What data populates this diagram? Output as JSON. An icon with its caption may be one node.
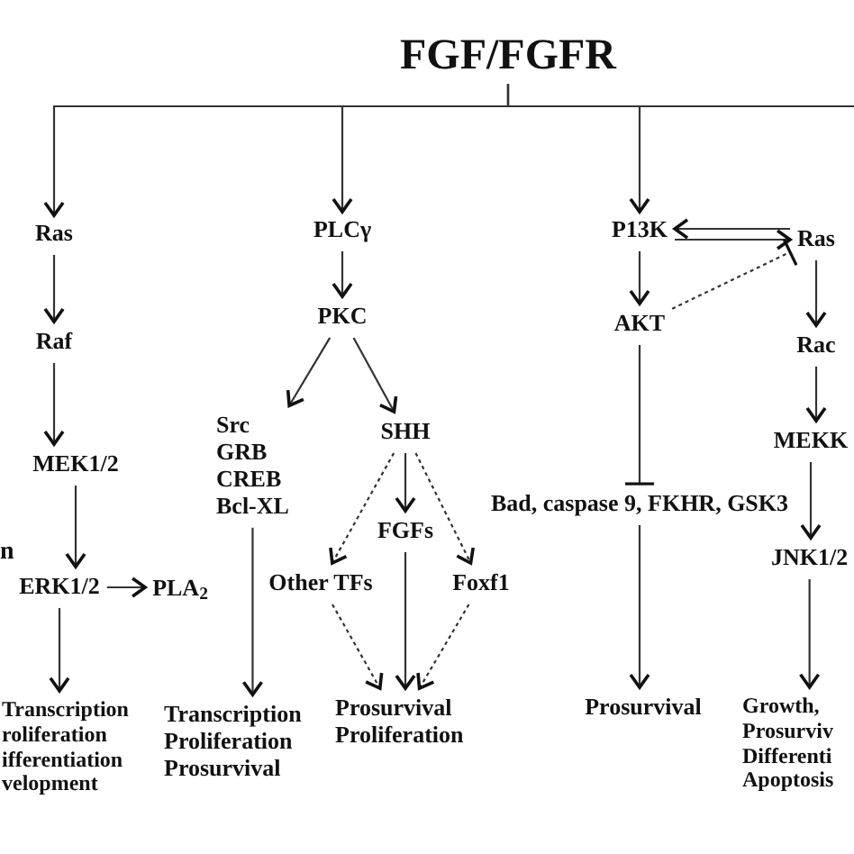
{
  "diagram": {
    "nodes": [
      {
        "text": [
          "FGF/FGFR"
        ]
      },
      {
        "text": [
          "Ras"
        ]
      },
      {
        "text": [
          "Raf"
        ]
      },
      {
        "text": [
          "MEK1/2"
        ]
      },
      {
        "text": [
          "ERK1/2"
        ]
      },
      {
        "text": [
          "PLA$_{2}$"
        ]
      },
      {
        "text": [
          "Transcription",
          "roliferation",
          "ifferentiation",
          "velopment"
        ]
      },
      {
        "text": [
          "PLCγ"
        ]
      },
      {
        "text": [
          "PKC"
        ]
      },
      {
        "text": [
          "Src",
          "GRB",
          "CREB",
          "Bcl-XL"
        ]
      },
      {
        "text": [
          "SHH"
        ]
      },
      {
        "text": [
          "Other TFs"
        ]
      },
      {
        "text": [
          "FGFs"
        ]
      },
      {
        "text": [
          "Foxf1"
        ]
      },
      {
        "text": [
          "Transcription",
          "Proliferation",
          "Prosurvival"
        ]
      },
      {
        "text": [
          "Prosurvival",
          "Proliferation"
        ]
      },
      {
        "text": [
          "P13K"
        ]
      },
      {
        "text": [
          "Ras"
        ]
      },
      {
        "text": [
          "AKT"
        ]
      },
      {
        "text": [
          "Bad, caspase 9, FKHR, GSK3"
        ]
      },
      {
        "text": [
          "Prosurvival"
        ]
      },
      {
        "text": [
          "Rac"
        ]
      },
      {
        "text": [
          "MEKK"
        ]
      },
      {
        "text": [
          "JNK1/2"
        ]
      },
      {
        "text": [
          "Growth,",
          "Prosurviv",
          "Differenti",
          "Apoptosis"
        ]
      }
    ],
    "edges": [
      {
        "from": 0,
        "to": 1,
        "arrow": "to"
      },
      {
        "from": 0,
        "to": 7,
        "arrow": "to"
      },
      {
        "from": 0,
        "to": 16,
        "arrow": "to"
      },
      {
        "from": 0,
        "to": null,
        "arrow": "none"
      },
      {
        "from": 1,
        "to": 2,
        "arrow": "to"
      },
      {
        "from": 2,
        "to": 3,
        "arrow": "to"
      },
      {
        "from": 3,
        "to": 4,
        "arrow": "to"
      },
      {
        "from": 4,
        "to": 5,
        "arrow": "to"
      },
      {
        "from": 4,
        "to": 6,
        "arrow": "to"
      },
      {
        "from": 7,
        "to": 8,
        "arrow": "to"
      },
      {
        "from": 8,
        "to": 9,
        "arrow": "to"
      },
      {
        "from": 8,
        "to": 10,
        "arrow": "to"
      },
      {
        "from": 9,
        "to": 14,
        "arrow": "to"
      },
      {
        "from": 10,
        "to": 11,
        "arrow": "to",
        "style": "dashed"
      },
      {
        "from": 10,
        "to": 12,
        "arrow": "to"
      },
      {
        "from": 10,
        "to": 13,
        "arrow": "to",
        "style": "dashed"
      },
      {
        "from": 11,
        "to": 15,
        "arrow": "to",
        "style": "dashed"
      },
      {
        "from": 12,
        "to": 15,
        "arrow": "to"
      },
      {
        "from": 13,
        "to": 15,
        "arrow": "to",
        "style": "dashed"
      },
      {
        "from": 16,
        "to": 18,
        "arrow": "to"
      },
      {
        "from": 17,
        "to": 16,
        "arrow": "to"
      },
      {
        "from": 16,
        "to": 17,
        "arrow": "to"
      },
      {
        "from": 18,
        "to": 17,
        "arrow": "other",
        "style": "dashed"
      },
      {
        "from": 18,
        "to": 19,
        "arrow": "other"
      },
      {
        "from": 19,
        "to": 20,
        "arrow": "to"
      },
      {
        "from": 17,
        "to": 21,
        "arrow": "to"
      },
      {
        "from": 21,
        "to": 22,
        "arrow": "to"
      },
      {
        "from": 22,
        "to": 23,
        "arrow": "to"
      },
      {
        "from": 23,
        "to": 24,
        "arrow": "to"
      }
    ],
    "labels": [
      "n"
    ]
  }
}
